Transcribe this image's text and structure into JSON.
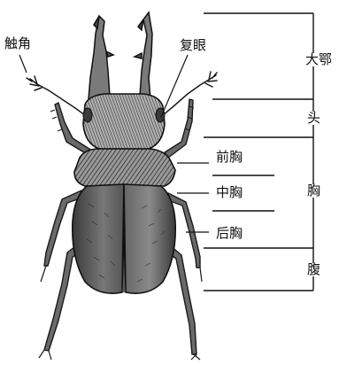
{
  "labels": {
    "antenna": "触角",
    "compound_eye": "复眼",
    "mandible": "大鄂",
    "head": "头",
    "prothorax": "前胸",
    "mesothorax": "中胸",
    "metathorax": "后胸",
    "thorax": "胸",
    "abdomen": "腹"
  },
  "colors": {
    "ink": "#1a1a1a",
    "shell": "#5a5a5a",
    "shell_light": "#8c8c8c",
    "line": "#111111"
  }
}
